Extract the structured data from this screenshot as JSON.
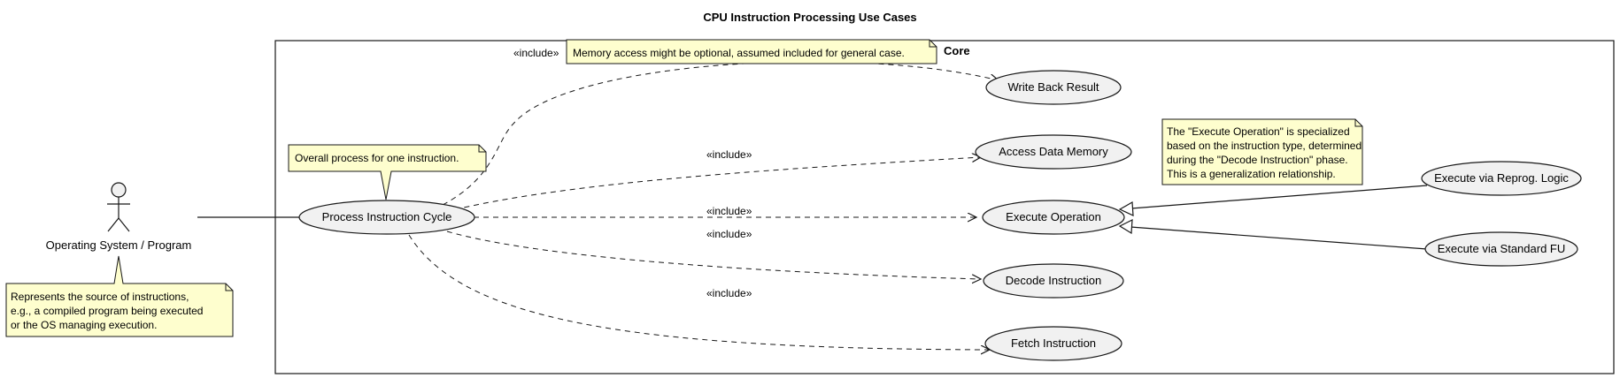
{
  "title": "CPU Instruction Processing Use Cases",
  "boundary": {
    "label": "Core"
  },
  "actor": {
    "label": "Operating System / Program"
  },
  "use_cases": {
    "process": "Process Instruction Cycle",
    "write_back": "Write Back Result",
    "access_memory": "Access Data Memory",
    "execute": "Execute Operation",
    "decode": "Decode Instruction",
    "fetch": "Fetch Instruction",
    "exec_reprog": "Execute via Reprog. Logic",
    "exec_std": "Execute via Standard FU"
  },
  "relations": {
    "include_write_back": "«include»",
    "include_access_memory": "«include»",
    "include_execute": "«include»",
    "include_decode": "«include»",
    "include_fetch": "«include»"
  },
  "notes": {
    "process": [
      "Overall process for one instruction."
    ],
    "memory": [
      "Memory access might be optional, assumed included for general case."
    ],
    "execute": [
      "The \"Execute Operation\" is specialized",
      "based on the instruction type, determined",
      "during the \"Decode Instruction\" phase.",
      "This is a generalization relationship."
    ],
    "actor": [
      "Represents the source of instructions,",
      "e.g., a compiled program being executed",
      "or the OS managing execution."
    ]
  },
  "colors": {
    "note_fill": "#fefece",
    "use_case_fill": "#f1f1f1",
    "line": "#181818"
  }
}
